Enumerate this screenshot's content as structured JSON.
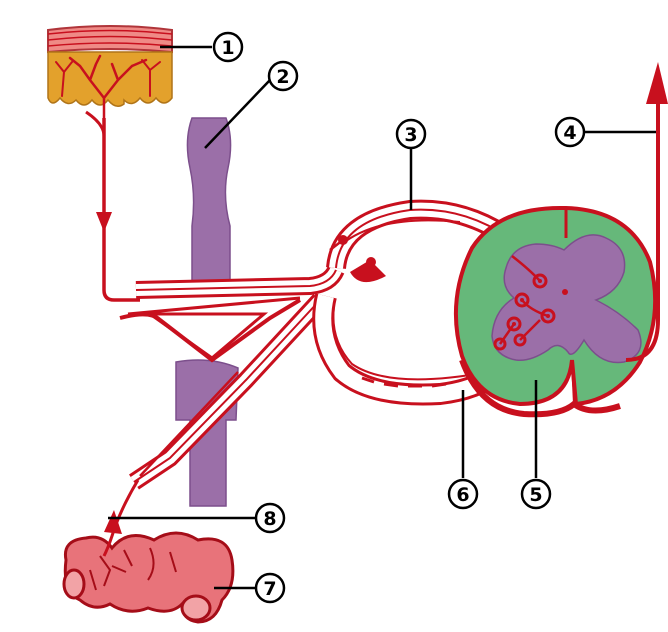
{
  "colors": {
    "nerve": "#c8101e",
    "nerve_dark": "#a50d18",
    "purple": "#9b6fa8",
    "green": "#66b87a",
    "skin_pink": "#ef8a86",
    "skin_orange": "#e3a12c",
    "gut": "#e8737a",
    "label_ring": "#000000"
  },
  "labels": [
    {
      "id": "1",
      "text": "1"
    },
    {
      "id": "2",
      "text": "2"
    },
    {
      "id": "3",
      "text": "3"
    },
    {
      "id": "4",
      "text": "4"
    },
    {
      "id": "5",
      "text": "5"
    },
    {
      "id": "6",
      "text": "6"
    },
    {
      "id": "7",
      "text": "7"
    },
    {
      "id": "8",
      "text": "8"
    }
  ]
}
